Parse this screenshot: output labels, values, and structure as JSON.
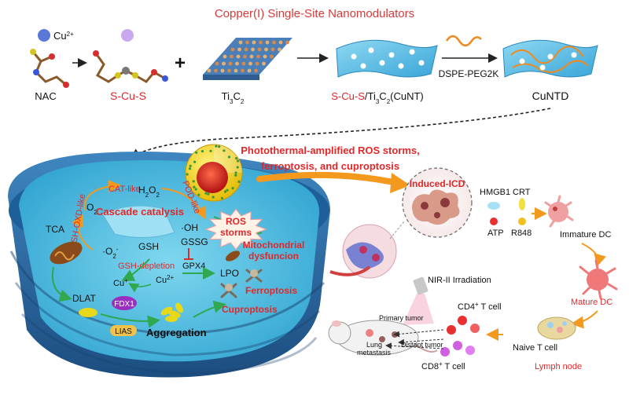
{
  "title": "Copper(I) Single-Site Nanomodulators",
  "synthesis": {
    "cu_ion": "Cu",
    "cu_charge": "2+",
    "nac": "NAC",
    "scus": "S-Cu-S",
    "plus": "+",
    "ti3c2": "Ti",
    "ti3c2_sub3": "3",
    "ti3c2_c": "C",
    "ti3c2_sub2": "2",
    "cunt_scus": "S-Cu-S",
    "cunt_rest": "/Ti",
    "cunt_sub3": "3",
    "cunt_c": "C",
    "cunt_sub2": "2",
    "cunt_tail": "(CuNT)",
    "peg": "DSPE-PEG2K",
    "cuntd": "CuNTD"
  },
  "cell": {
    "cat_like": "CAT-like",
    "pod_like": "POD-like",
    "gsh_oxd_like": "GSH-OXD-like",
    "h2o2": "H",
    "h2o2_sub": "2",
    "h2o2_o": "O",
    "h2o2_sub2": "2",
    "o2": "O",
    "o2_sub": "2",
    "cascade": "Cascade catalysis",
    "oh": "·OH",
    "ros_storms_1": "ROS",
    "ros_storms_2": "storms",
    "tca": "TCA",
    "o2_radical": "·O",
    "o2_radical_sub": "2",
    "o2_radical_sup": "-",
    "gsh": "GSH",
    "gssg": "GSSG",
    "gpx4": "GPX4",
    "gsh_depletion": "GSH-depletion",
    "mito_1": "Mitochondrial",
    "mito_2": "dysfuncion",
    "cu_plus": "Cu",
    "cu_plus_sup": "+",
    "cu_2plus": "Cu",
    "cu_2plus_sup": "2+",
    "lpo": "LPO",
    "ferroptosis": "Ferroptosis",
    "dlat": "DLAT",
    "fdx1": "FDX1",
    "lias": "LIAS",
    "aggregation": "Aggregation",
    "cuproptosis": "Cuproptosis"
  },
  "immune": {
    "headline_1": "Photothermal-amplified ROS storms,",
    "headline_2": "ferroptosis, and cuproptosis",
    "induced_icd": "Induced-ICD",
    "hmgb1": "HMGB1",
    "crt": "CRT",
    "atp": "ATP",
    "r848": "R848",
    "immature_dc": "Immature DC",
    "mature_dc": "Mature DC",
    "naive_t": "Naive T cell",
    "lymph_node": "Lymph node",
    "nir": "NIR-II Irradiation",
    "cd4": "CD4",
    "cd4_sup": "+",
    "cd4_tail": " T cell",
    "cd8": "CD8",
    "cd8_sup": "+",
    "cd8_tail": " T cell",
    "primary_tumor": "Primary tumor",
    "lung_1": "Lung",
    "lung_2": "metastasis",
    "distant_tumor": "Distant tumor"
  },
  "colors": {
    "red_label": "#e0282a",
    "title_red": "#d83a3a",
    "cell_blue": "#2b8fc4",
    "arrow_green": "#2fa84f",
    "arrow_orange": "#f39a1e"
  }
}
